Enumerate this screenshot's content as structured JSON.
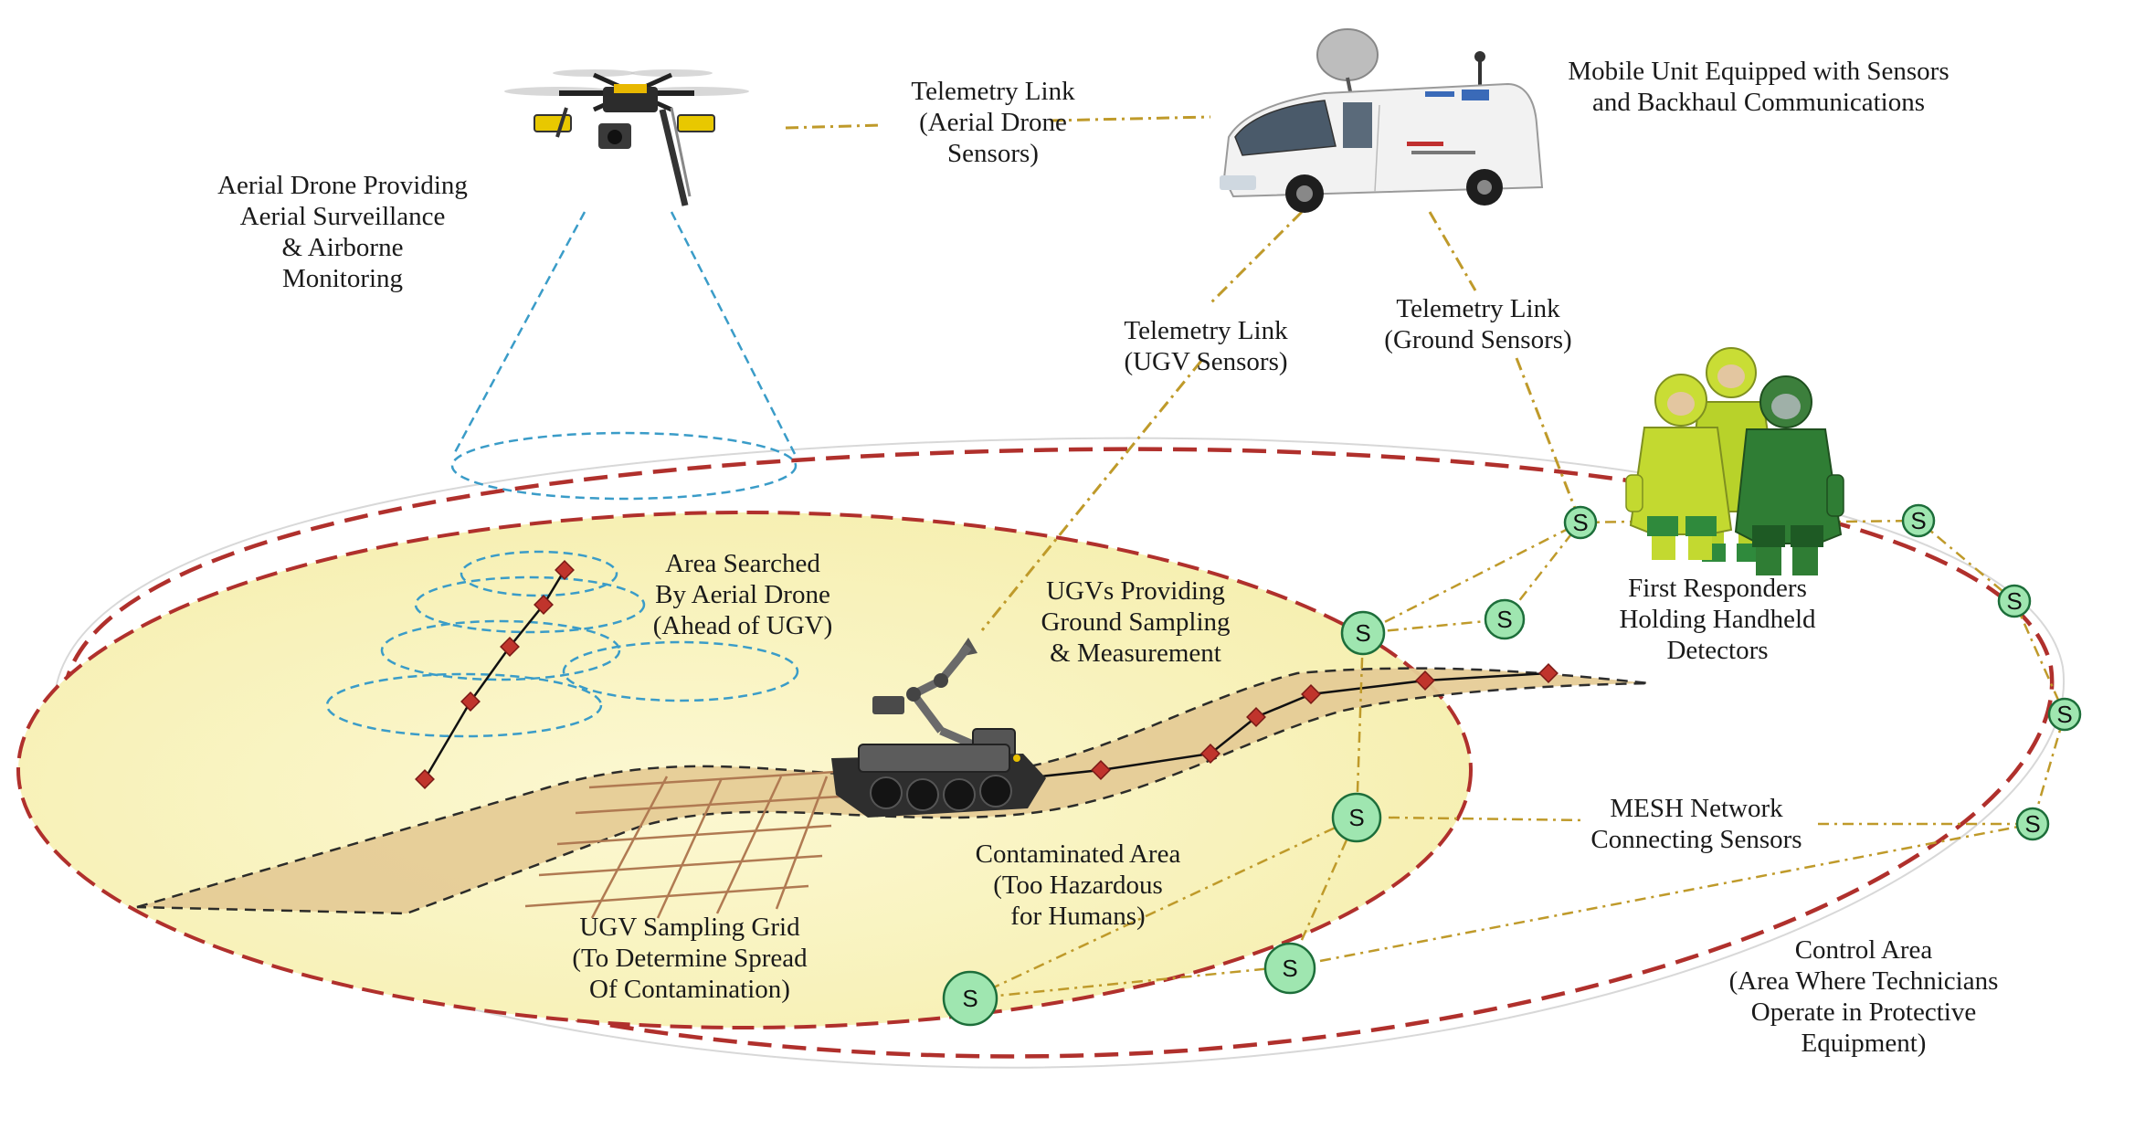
{
  "colors": {
    "outer_boundary": "#b0302c",
    "contaminated_fill": "#fbf6c6",
    "path_fill": "#e6cd97",
    "telemetry_link": "#bf9a2a",
    "mesh_link": "#bf9a2a",
    "drone_view": "#3a9cc8",
    "sensor_fill": "#9fe6b0",
    "sensor_stroke": "#1d6e3a",
    "sample_point": "#c0342c",
    "grid_line": "#b07a52"
  },
  "icons": {
    "drone": "quadcopter-drone-icon",
    "van": "mobile-unit-van-icon",
    "ugv": "tracked-ugv-robot-icon",
    "responders": "hazmat-responders-icon"
  },
  "sensor_label": "S",
  "labels": {
    "drone": [
      "Aerial Drone Providing",
      "Aerial Surveillance",
      "& Airborne",
      "Monitoring"
    ],
    "telemetry_aerial": [
      "Telemetry Link",
      "(Aerial Drone",
      "Sensors)"
    ],
    "mobile_unit": [
      "Mobile Unit Equipped with Sensors",
      "and Backhaul Communications"
    ],
    "telemetry_ugv": [
      "Telemetry Link",
      "(UGV Sensors)"
    ],
    "telemetry_ground": [
      "Telemetry Link",
      "(Ground Sensors)"
    ],
    "area_searched": [
      "Area Searched",
      "By Aerial Drone",
      "(Ahead of UGV)"
    ],
    "ugvs": [
      "UGVs Providing",
      "Ground Sampling",
      "& Measurement"
    ],
    "first_responders": [
      "First Responders",
      "Holding Handheld",
      "Detectors"
    ],
    "mesh": [
      "MESH Network",
      "Connecting Sensors"
    ],
    "contaminated": [
      "Contaminated Area",
      "(Too Hazardous",
      "for Humans)"
    ],
    "sampling_grid": [
      "UGV Sampling Grid",
      "(To Determine Spread",
      "Of Contamination)"
    ],
    "control_area": [
      "Control Area",
      "(Area Where Technicians",
      "Operate in Protective",
      "Equipment)"
    ]
  }
}
